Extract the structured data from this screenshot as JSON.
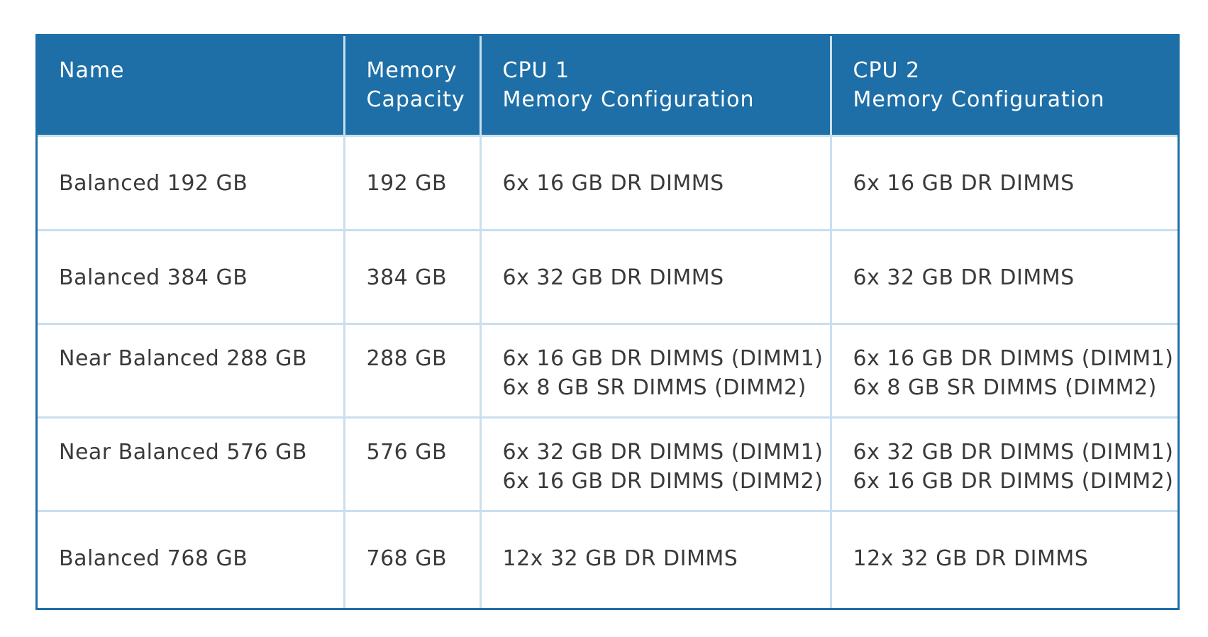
{
  "table": {
    "headers": {
      "name": "Name",
      "capacity_line1": "Memory",
      "capacity_line2": "Capacity",
      "cpu1_line1": "CPU 1",
      "cpu1_line2": "Memory Configuration",
      "cpu2_line1": "CPU 2",
      "cpu2_line2": "Memory Configuration"
    },
    "rows": [
      {
        "name": "Balanced 192 GB",
        "capacity": "192 GB",
        "cpu1": [
          "6x 16 GB DR DIMMS"
        ],
        "cpu2": [
          "6x 16 GB DR DIMMS"
        ]
      },
      {
        "name": "Balanced 384 GB",
        "capacity": "384 GB",
        "cpu1": [
          "6x 32 GB DR DIMMS"
        ],
        "cpu2": [
          "6x 32 GB DR DIMMS"
        ]
      },
      {
        "name": "Near Balanced 288 GB",
        "capacity": "288 GB",
        "cpu1": [
          "6x 16 GB DR DIMMS (DIMM1)",
          "6x 8 GB SR DIMMS (DIMM2)"
        ],
        "cpu2": [
          "6x 16 GB DR DIMMS (DIMM1)",
          "6x 8 GB SR DIMMS (DIMM2)"
        ]
      },
      {
        "name": "Near Balanced 576 GB",
        "capacity": "576 GB",
        "cpu1": [
          "6x 32 GB DR DIMMS (DIMM1)",
          "6x 16 GB DR DIMMS (DIMM2)"
        ],
        "cpu2": [
          "6x 32 GB DR DIMMS (DIMM1)",
          "6x 16 GB DR DIMMS (DIMM2)"
        ]
      },
      {
        "name": "Balanced 768 GB",
        "capacity": "768 GB",
        "cpu1": [
          "12x 32 GB DR DIMMS"
        ],
        "cpu2": [
          "12x 32 GB DR DIMMS"
        ]
      }
    ]
  },
  "colors": {
    "header_bg": "#1e6fa7",
    "header_text": "#ffffff",
    "grid_line": "#c9dfee",
    "body_text": "#3a3a3a"
  }
}
